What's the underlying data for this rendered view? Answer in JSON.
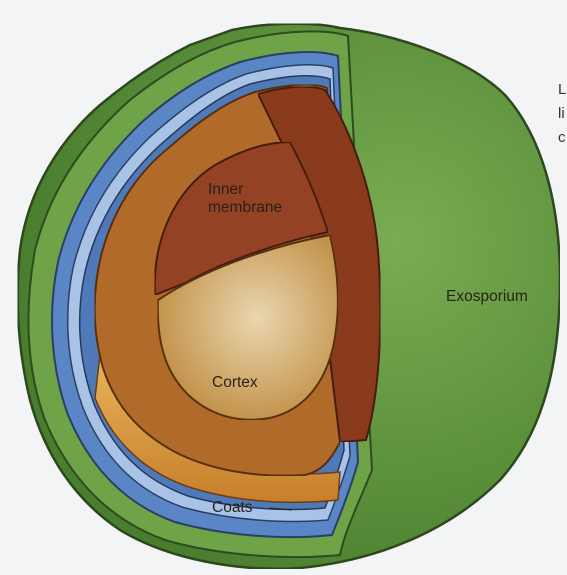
{
  "labels": {
    "inner_membrane_line1": "Inner",
    "inner_membrane_line2": "membrane",
    "cortex": "Cortex",
    "coats": "Coats",
    "exosporium": "Exosporium"
  },
  "side_text": {
    "line1": "L",
    "line2": "li",
    "line3": "c"
  },
  "colors": {
    "background": "#f3f4f5",
    "exosporium": "#5f9a3c",
    "exosporium_dark": "#3e6f23",
    "coat_blue": "#5b86c5",
    "coat_light": "#a9c3e6",
    "cortex": "#b86f2c",
    "cortex_light": "#e0a64a",
    "inner_membrane": "#8f3d1e",
    "core": "#e6c07a"
  }
}
